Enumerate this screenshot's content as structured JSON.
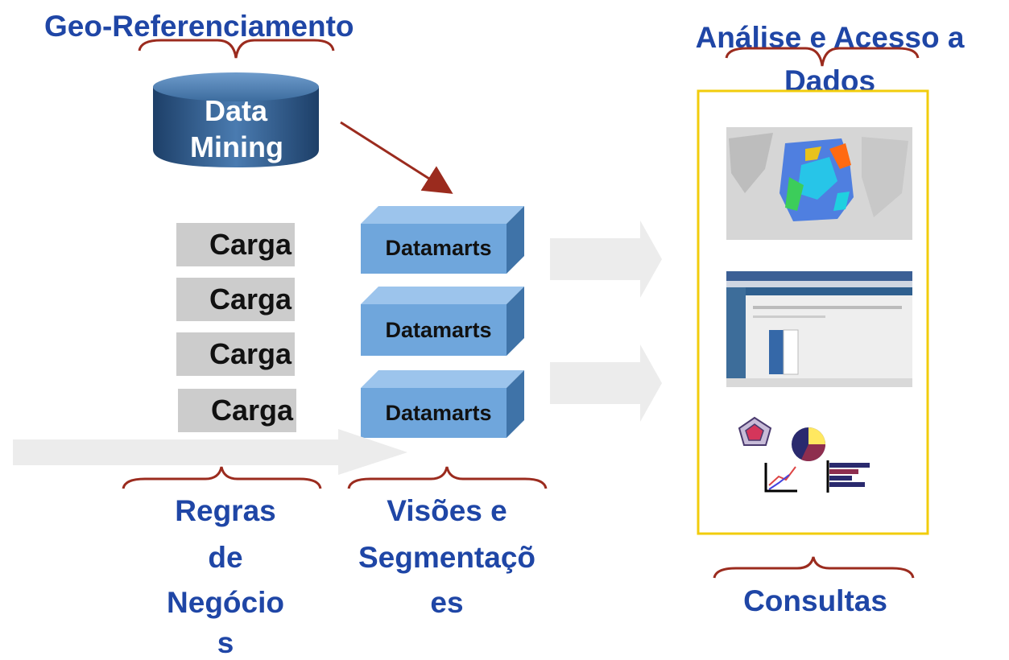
{
  "titles": {
    "geo": "Geo-Referenciamento",
    "analise_line1": "Análise e Acesso a",
    "analise_line2": "Dados",
    "consultas": "Consultas"
  },
  "data_mining": {
    "line1": "Data",
    "line2": "Mining"
  },
  "cargas": [
    "Carga",
    "Carga",
    "Carga",
    "Carga"
  ],
  "datamarts": [
    "Datamarts",
    "Datamarts",
    "Datamarts"
  ],
  "bottom_labels": {
    "regras": [
      "Regras",
      "de",
      "Negócio",
      "s"
    ],
    "visoes": [
      "Visões e",
      "Segmentaçõ",
      "es"
    ]
  },
  "colors": {
    "title_blue": "#1f46a6",
    "brace_red": "#9b2b1e",
    "cylinder_blue": "#2d5a8c",
    "datamart_blue": "#6fa6dc",
    "panel_border": "#f2cc0c",
    "arrow_gray": "#ececec"
  },
  "icons": [
    "map-heat-icon",
    "web-screenshot-icon",
    "chart-icons-icon"
  ]
}
